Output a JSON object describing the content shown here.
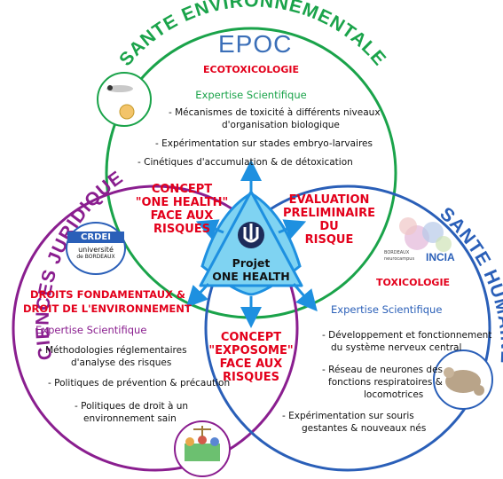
{
  "arc_titles": {
    "top": "SANTE ENVIRONNEMENTALE",
    "left": "SCIENCES JURIDIQUES",
    "right": "SANTE HUMAINE"
  },
  "top_circle": {
    "logo": "EPOC",
    "subtitle": "ECOTOXICOLOGIE",
    "expertise": "Expertise Scientifique",
    "items": [
      "- Mécanismes de toxicité à différents niveaux",
      "d'organisation biologique",
      "- Expérimentation sur stades embryo-larvaires",
      "- Cinétiques d'accumulation & de détoxication"
    ]
  },
  "left_circle": {
    "logo_top": "CRDEI",
    "logo_bottom_1": "université",
    "logo_bottom_2": "de BORDEAUX",
    "subtitle_1": "DROITS FONDAMENTAUX &",
    "subtitle_2": "DROIT DE L'ENVIRONNEMENT",
    "expertise": "Expertise Scientifique",
    "items": [
      "- Méthodologies réglementaires",
      "d'analyse des risques",
      "- Politiques de prévention & précaution",
      "- Politiques de droit à un",
      "environnement sain"
    ]
  },
  "right_circle": {
    "logo": "INCIA",
    "logo_sub_1": "BORDEAUX",
    "logo_sub_2": "neurocampus",
    "subtitle": "TOXICOLOGIE",
    "expertise": "Expertise Scientifique",
    "items": [
      "- Développement et fonctionnement",
      "du système nerveux central",
      "- Réseau de neurones des",
      "fonctions respiratoires &",
      "locomotrices",
      "- Expérimentation sur souris",
      "gestantes & nouveaux nés"
    ]
  },
  "overlaps": {
    "one_health": [
      "CONCEPT",
      "\"ONE HEALTH\"",
      "FACE AUX",
      "RISQUES"
    ],
    "evaluation": [
      "EVALUATION",
      "PRELIMINAIRE",
      "DU",
      "RISQUE"
    ],
    "exposome": [
      "CONCEPT",
      "\"EXPOSOME\"",
      "FACE AUX",
      "RISQUES"
    ]
  },
  "center": {
    "line1": "Projet",
    "line2": "ONE HEALTH"
  },
  "colors": {
    "green": "#1aa34a",
    "purple": "#8a1e8f",
    "blue": "#2a5fb8",
    "red": "#e3001b",
    "center_fill": "#7fd3f2",
    "arrow": "#1e90e0"
  }
}
